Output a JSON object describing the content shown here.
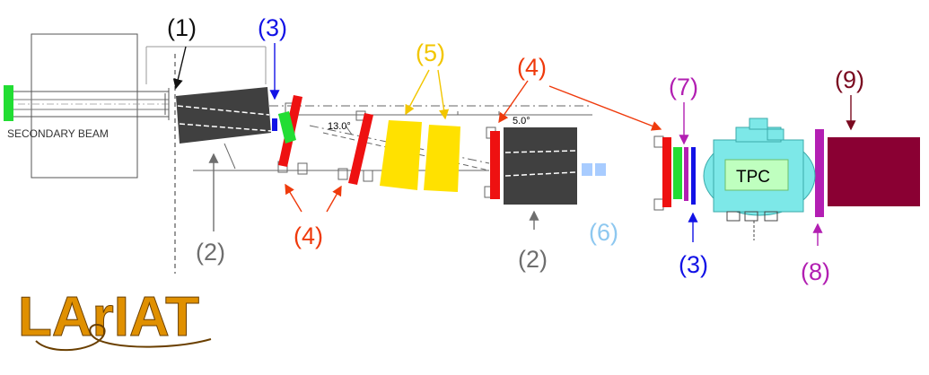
{
  "colors": {
    "label_black": "#111111",
    "label_blue": "#1212e6",
    "label_yellow": "#f2c600",
    "label_red": "#ef3a0c",
    "label_gray": "#6e6e6e",
    "label_lightblue": "#8ec8f0",
    "label_magenta": "#b21fb2",
    "label_darkred": "#7a0a20",
    "magnet": "#404040",
    "wire_chamber": "#ee1111",
    "tof": "#22dd33",
    "aerogel": "#ffe100",
    "halo_counter": "#a8ccff",
    "cryostat": "#7de8e8",
    "tpc_box": "#bfffbf",
    "punch_through": "#b31fb3",
    "muon_range_stack": "#8a0033",
    "logo": "#e09000"
  },
  "labels": {
    "l1": "(1)",
    "l3a": "(3)",
    "l3b": "(3)",
    "l4a": "(4)",
    "l4b": "(4)",
    "l5": "(5)",
    "l7": "(7)",
    "l9": "(9)",
    "l2a": "(2)",
    "l2b": "(2)",
    "l6": "(6)",
    "l8": "(8)"
  },
  "beamline": {
    "secondary_beam": "SECONDARY BEAM",
    "angle_13": "13.0°",
    "angle_5": "5.0°",
    "tpc": "TPC"
  },
  "logo": {
    "text": "LArIAT"
  }
}
